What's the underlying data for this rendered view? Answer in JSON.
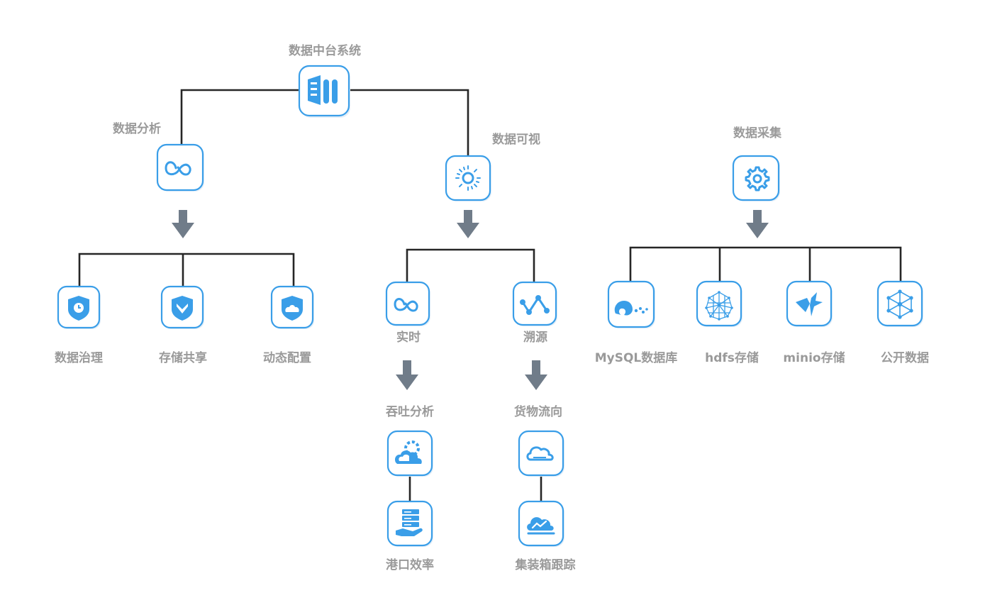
{
  "nodes": {
    "root": {
      "label": "数据中台系统",
      "icon": "data-columns-icon"
    },
    "analysis": {
      "label": "数据分析",
      "icon": "infinity-loop-icon"
    },
    "visual": {
      "label": "数据可视",
      "icon": "sun-icon"
    },
    "collect": {
      "label": "数据采集",
      "icon": "gear-icon"
    },
    "governance": {
      "label": "数据治理",
      "icon": "shield-clock-icon"
    },
    "share": {
      "label": "存储共享",
      "icon": "shield-bird-icon"
    },
    "config": {
      "label": "动态配置",
      "icon": "shield-cloud-icon"
    },
    "realtime": {
      "label": "实时",
      "icon": "infinity-loop-icon"
    },
    "trace": {
      "label": "溯源",
      "icon": "network-nodes-icon"
    },
    "throughput": {
      "label": "吞吐分析",
      "icon": "gear-cloud-icon"
    },
    "cargo": {
      "label": "货物流向",
      "icon": "cloud-outline-icon"
    },
    "port": {
      "label": "港口效率",
      "icon": "server-hand-icon"
    },
    "container": {
      "label": "集装箱跟踪",
      "icon": "cloud-chart-icon"
    },
    "mysql": {
      "label": "MySQL数据库",
      "icon": "dolphin-icon"
    },
    "hdfs": {
      "label": "hdfs存储",
      "icon": "mesh-globe-icon"
    },
    "minio": {
      "label": "minio存储",
      "icon": "minio-bird-icon"
    },
    "opendata": {
      "label": "公开数据",
      "icon": "hex-network-icon"
    }
  },
  "colors": {
    "accent": "#3a9ee8",
    "label": "#9a9a9a",
    "connector": "#262626",
    "arrow": "#707c89"
  }
}
